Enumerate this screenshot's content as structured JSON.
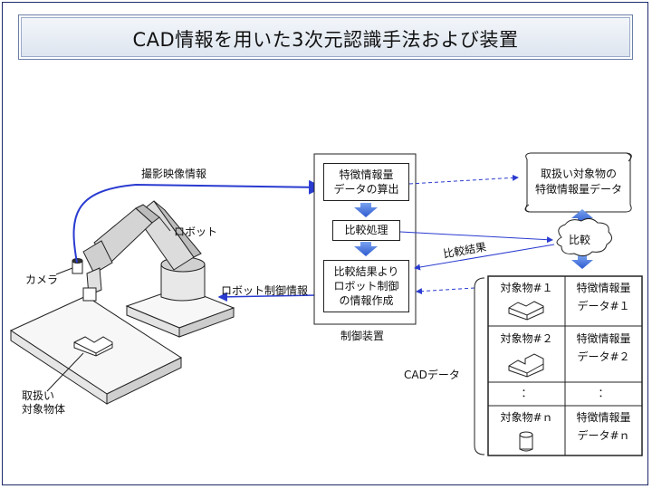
{
  "title": "CAD情報を用いた3次元認識手法および装置",
  "labels": {
    "camera_image_info": "撮影映像情報",
    "robot": "ロボット",
    "camera": "カメラ",
    "robot_control_info": "ロボット制御情報",
    "handled_object": [
      "取扱い",
      "対象物体"
    ],
    "control_device": "制御装置",
    "comparison_result": "比較結果",
    "cad_data": "CADデータ",
    "compare": "比較"
  },
  "process_blocks": {
    "feature_calc": [
      "特徴情報量",
      "データの算出"
    ],
    "compare_process": "比較処理",
    "create_info": [
      "比較結果より",
      "ロボット制御",
      "の情報作成"
    ]
  },
  "scroll": [
    "取扱い対象物の",
    "特徴情報量データ"
  ],
  "cad_table": {
    "rows": [
      {
        "object": "対象物#１",
        "feature": [
          "特徴情報量",
          "データ#１"
        ]
      },
      {
        "object": "対象物#２",
        "feature": [
          "特徴情報量",
          "データ#２"
        ]
      },
      {
        "object": "：",
        "feature": [
          "："
        ]
      },
      {
        "object": "対象物#ｎ",
        "feature": [
          "特徴情報量",
          "データ#ｎ"
        ]
      }
    ]
  },
  "colors": {
    "arrow_blue": "#2a3bd0",
    "block_arrow": "#3a6ad8",
    "title_border": "#6b7fa6"
  }
}
